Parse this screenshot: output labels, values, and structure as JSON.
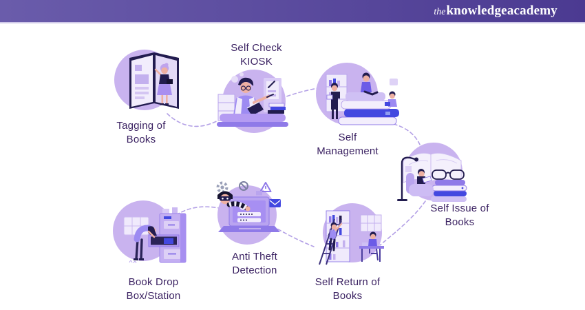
{
  "header": {
    "logo": {
      "the": "the",
      "knowledge": "knowledge",
      "academy": "academy"
    }
  },
  "theme": {
    "header_gradient_start": "#6a5cab",
    "header_gradient_end": "#4b3a91",
    "connector_color": "#b3a0e6",
    "label_text_color": "#3b2262",
    "illustration_circle_color": "#c9b3ef",
    "logo_text_color": "#ffffff"
  },
  "diagram": {
    "nodes": [
      {
        "id": "tagging-of-books",
        "line1": "Tagging of",
        "line2": "Books",
        "icon": "open-book-with-librarian"
      },
      {
        "id": "self-check-kiosk",
        "line1": "Self Check",
        "line2": "KIOSK",
        "icon": "person-at-kiosk-desk"
      },
      {
        "id": "self-management",
        "line1": "Self",
        "line2": "Management",
        "icon": "people-on-book-stack"
      },
      {
        "id": "self-issue-of-books",
        "line1": "Self Issue of",
        "line2": "Books",
        "icon": "reader-in-armchair-with-lamp"
      },
      {
        "id": "self-return-of-books",
        "line1": "Self Return of",
        "line2": "Books",
        "icon": "bookshelf-ladder-and-desk"
      },
      {
        "id": "anti-theft-detection",
        "line1": "Anti Theft",
        "line2": "Detection",
        "icon": "thief-at-laptop-with-alerts"
      },
      {
        "id": "book-drop-box",
        "line1": "Book Drop",
        "line2": "Box/Station",
        "icon": "person-at-drop-cabinet"
      }
    ]
  }
}
